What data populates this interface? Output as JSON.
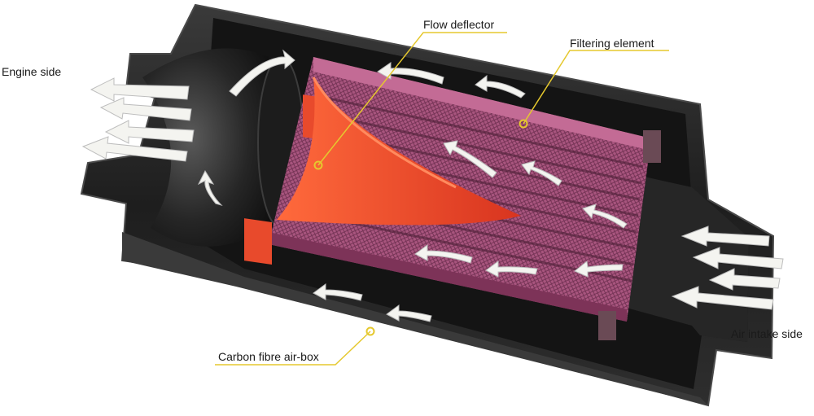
{
  "labels": {
    "engine_side": "Engine side",
    "air_intake_side": "Air intake side",
    "flow_deflector": "Flow deflector",
    "filtering_element": "Filtering element",
    "carbon_fibre_air_box": "Carbon fibre air-box"
  },
  "colors": {
    "carbon": "#2b2b2b",
    "carbon_dark": "#141414",
    "carbon_edge": "#4a4a4a",
    "filter_mesh": "#a8557e",
    "filter_dark": "#5c2743",
    "deflector": "#e8442a",
    "callout_line": "#e5c82e",
    "arrow": "#f4f4f0"
  },
  "icons": {
    "flow_arrow": "flow-arrow-icon",
    "callout_dot": "callout-dot-icon"
  }
}
